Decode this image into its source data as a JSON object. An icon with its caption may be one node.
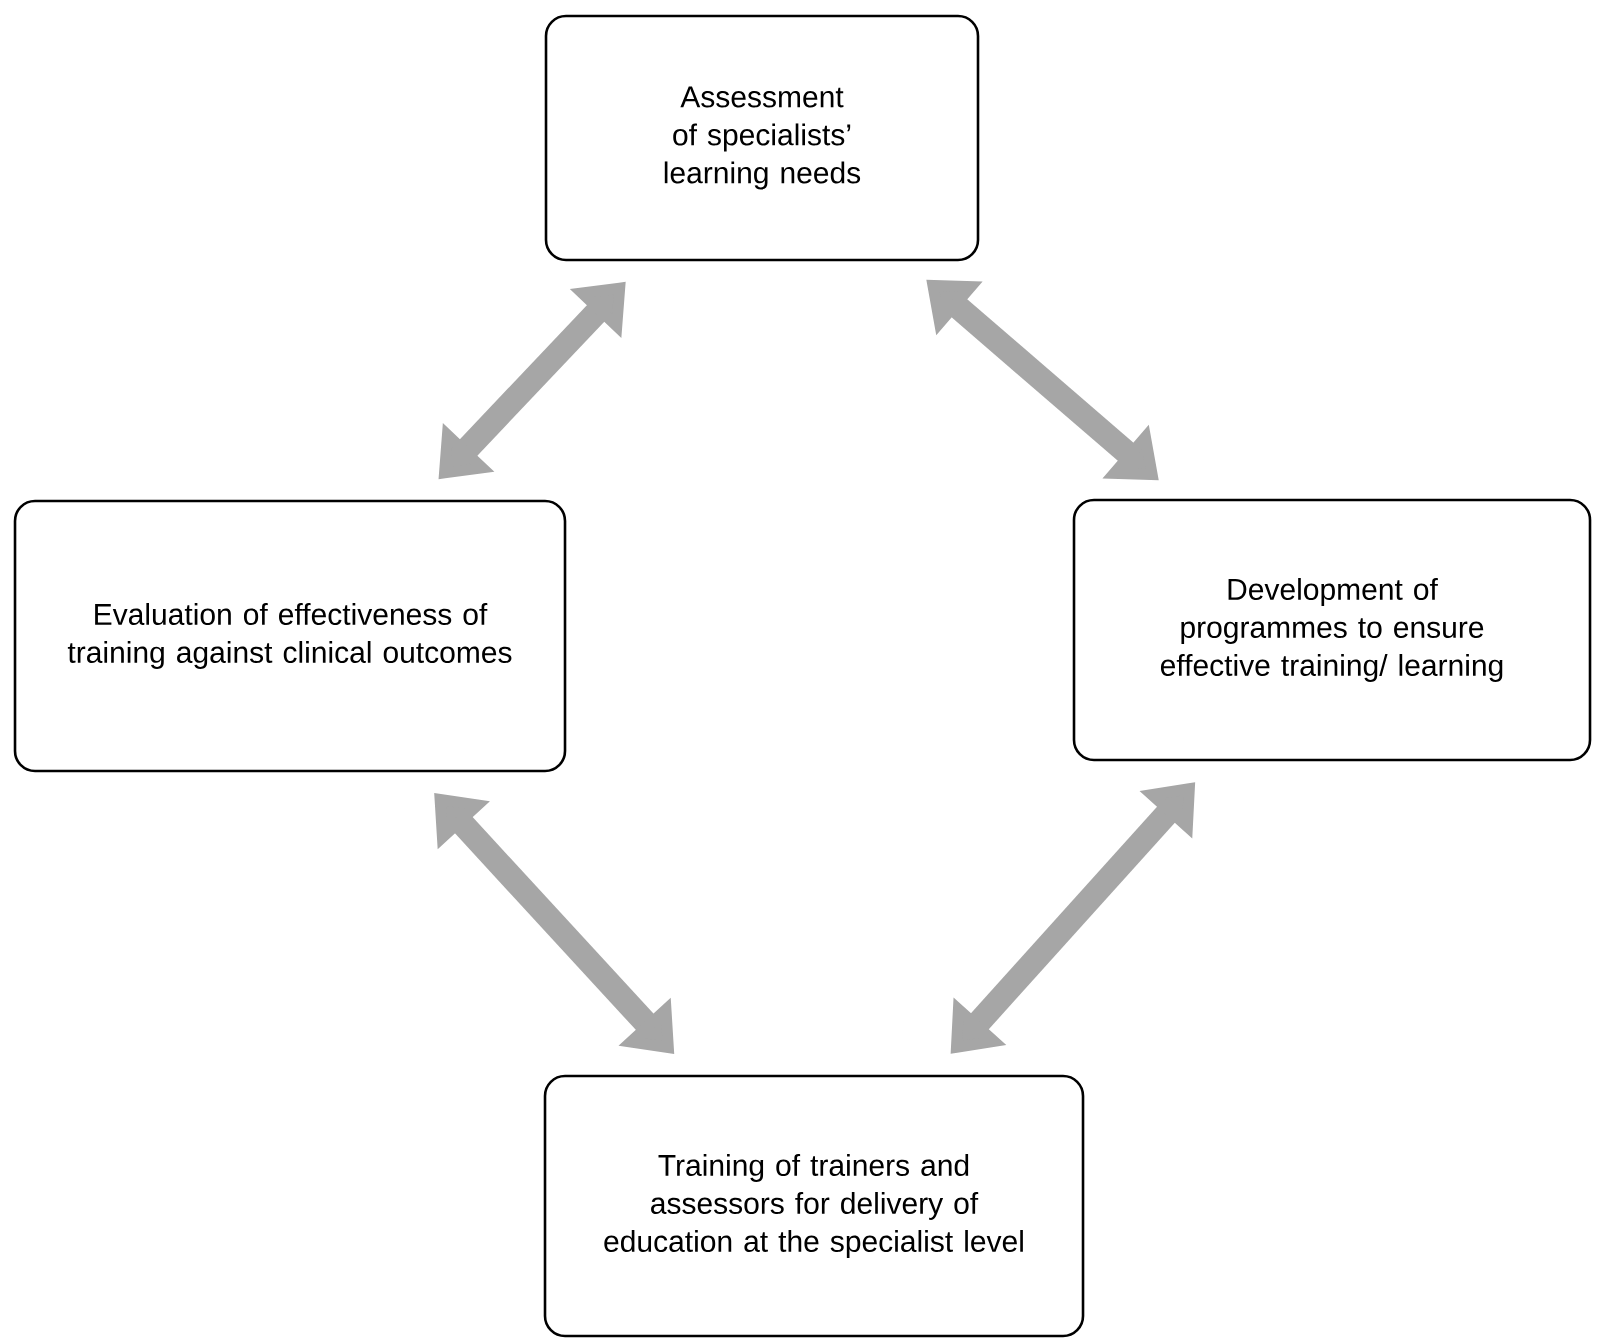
{
  "diagram": {
    "nodes": [
      {
        "text": [
          "Assessment of specialists’ learning needs"
        ]
      },
      {
        "text": [
          "Evaluation of effectiveness of training against clinical outcomes"
        ]
      },
      {
        "text": [
          "Development of programmes to ensure effective training/ learning"
        ]
      },
      {
        "text": [
          "Training of trainers and assessors for delivery of education at the specialist level"
        ]
      }
    ],
    "edges": [
      {
        "from": 0,
        "to": 1,
        "arrow": "both"
      },
      {
        "from": 0,
        "to": 2,
        "arrow": "both"
      },
      {
        "from": 2,
        "to": 3,
        "arrow": "both"
      },
      {
        "from": 1,
        "to": 3,
        "arrow": "both"
      }
    ]
  }
}
